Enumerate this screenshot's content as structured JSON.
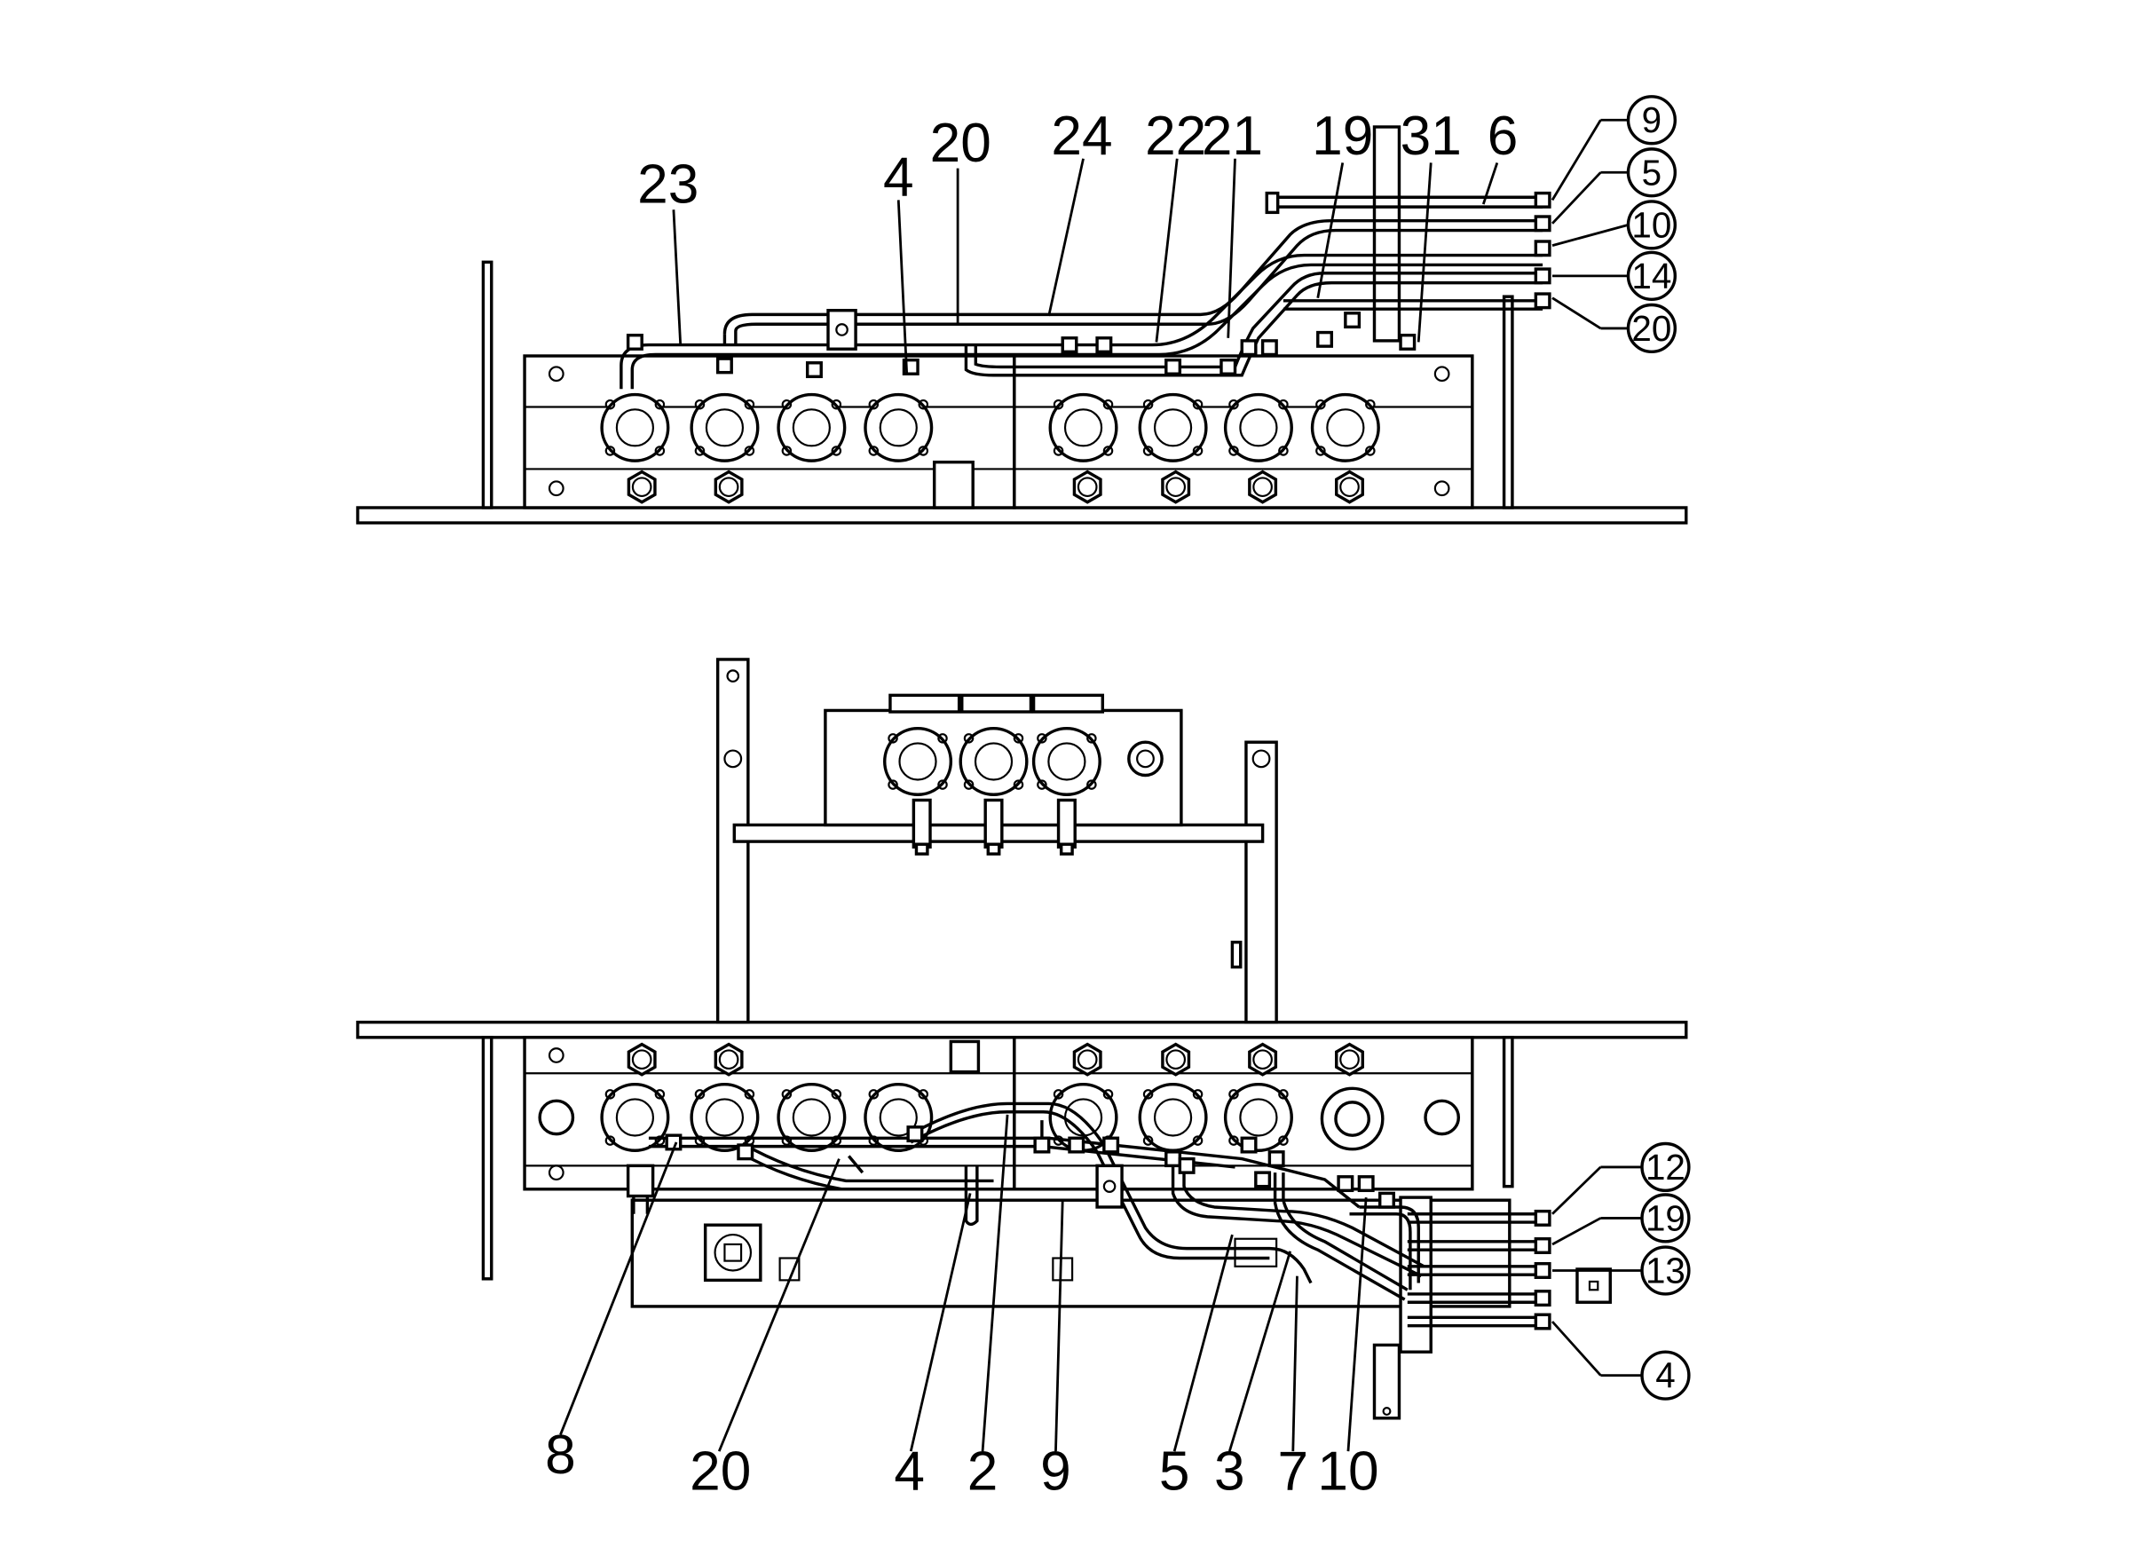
{
  "top_view": {
    "labels": [
      "23",
      "4",
      "20",
      "24",
      "22",
      "21",
      "19",
      "31",
      "6"
    ],
    "balloons": [
      "9",
      "5",
      "10",
      "14",
      "20"
    ]
  },
  "bottom_view": {
    "labels": [
      "8",
      "20",
      "4",
      "2",
      "9",
      "5",
      "3",
      "7",
      "10"
    ],
    "balloons": [
      "12",
      "19",
      "13",
      "4"
    ]
  }
}
